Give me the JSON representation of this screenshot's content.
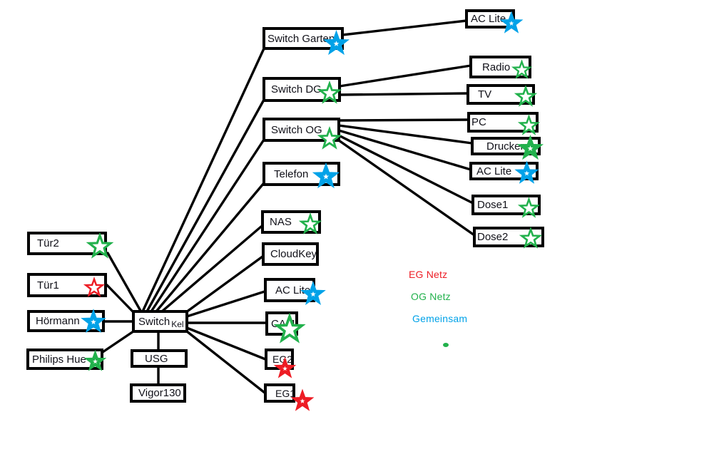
{
  "colors": {
    "green": "#22B14C",
    "blue": "#00A2E8",
    "red": "#ED1C24",
    "line": "#000000"
  },
  "nodes": {
    "tur2": {
      "label": "Tür2",
      "star_color": "#22B14C"
    },
    "tur1": {
      "label": "Tür1",
      "star_color": "#ED1C24"
    },
    "hoermann": {
      "label": "Hörmann",
      "star_color": "#00A2E8"
    },
    "philips_hue": {
      "label": "Philips Hue",
      "star_color": "#22B14C"
    },
    "switch_kel": {
      "label": "Switch",
      "label2": "Kel"
    },
    "usg": {
      "label": "USG"
    },
    "vigor130": {
      "label": "Vigor130"
    },
    "switch_garten": {
      "label": "Switch Garten",
      "star_color": "#00A2E8"
    },
    "switch_dg": {
      "label": "Switch DG",
      "star_color": "#22B14C"
    },
    "switch_og": {
      "label": "Switch OG",
      "star_color": "#22B14C"
    },
    "telefon": {
      "label": "Telefon",
      "star_color": "#00A2E8"
    },
    "nas": {
      "label": "NAS",
      "star_color": "#22B14C"
    },
    "cloudkey": {
      "label": "CloudKey"
    },
    "ac_lite_mid": {
      "label": "AC Lite",
      "star_color": "#00A2E8"
    },
    "cam": {
      "label": "CAM",
      "star_color": "#22B14C"
    },
    "eg2": {
      "label": "EG2",
      "star_color": "#ED1C24"
    },
    "eg1": {
      "label": "EG1",
      "star_color": "#ED1C24"
    },
    "ac_lite_top": {
      "label": "AC Lite",
      "star_color": "#00A2E8"
    },
    "radio": {
      "label": "Radio",
      "star_color": "#22B14C"
    },
    "tv": {
      "label": "TV",
      "star_color": "#22B14C"
    },
    "pc": {
      "label": "PC",
      "star_color": "#22B14C"
    },
    "drucker": {
      "label": "Drucker",
      "star_color": "#22B14C"
    },
    "ac_lite_right": {
      "label": "AC Lite",
      "star_color": "#00A2E8"
    },
    "dose1": {
      "label": "Dose1",
      "star_color": "#22B14C"
    },
    "dose2": {
      "label": "Dose2",
      "star_color": "#22B14C"
    }
  },
  "edges": [
    [
      "switch_kel",
      "switch_garten"
    ],
    [
      "switch_kel",
      "switch_dg"
    ],
    [
      "switch_kel",
      "switch_og"
    ],
    [
      "switch_kel",
      "telefon"
    ],
    [
      "switch_kel",
      "nas"
    ],
    [
      "switch_kel",
      "cloudkey"
    ],
    [
      "switch_kel",
      "ac_lite_mid"
    ],
    [
      "switch_kel",
      "cam"
    ],
    [
      "switch_kel",
      "eg2"
    ],
    [
      "switch_kel",
      "eg1"
    ],
    [
      "switch_kel",
      "tur2"
    ],
    [
      "switch_kel",
      "tur1"
    ],
    [
      "switch_kel",
      "hoermann"
    ],
    [
      "switch_kel",
      "philips_hue"
    ],
    [
      "switch_kel",
      "usg"
    ],
    [
      "usg",
      "vigor130"
    ],
    [
      "switch_garten",
      "ac_lite_top"
    ],
    [
      "switch_dg",
      "radio"
    ],
    [
      "switch_dg",
      "tv"
    ],
    [
      "switch_og",
      "pc"
    ],
    [
      "switch_og",
      "drucker"
    ],
    [
      "switch_og",
      "ac_lite_right"
    ],
    [
      "switch_og",
      "dose1"
    ],
    [
      "switch_og",
      "dose2"
    ]
  ],
  "legend": {
    "items": [
      {
        "label": "EG Netz",
        "color": "#ED1C24"
      },
      {
        "label": "OG Netz",
        "color": "#22B14C"
      },
      {
        "label": "Gemeinsam",
        "color": "#00A2E8"
      }
    ]
  }
}
